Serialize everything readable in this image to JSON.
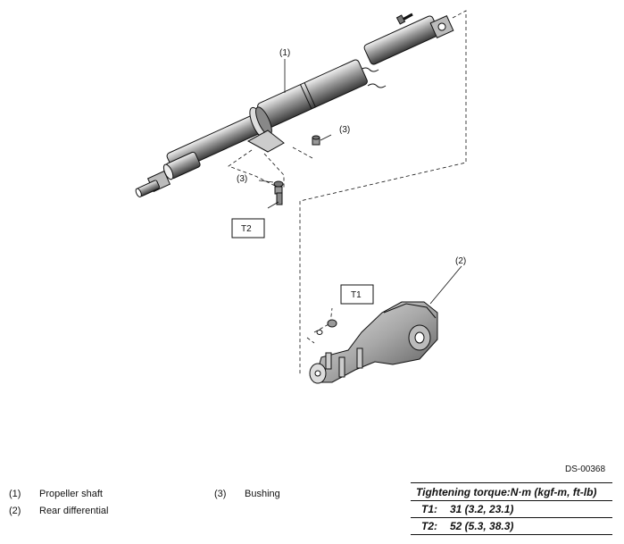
{
  "diagram": {
    "callouts": {
      "c1": "(1)",
      "c2": "(2)",
      "c3a": "(3)",
      "c3b": "(3)"
    },
    "torque_boxes": {
      "t1": "T1",
      "t2": "T2"
    },
    "code": "DS-00368"
  },
  "legend": {
    "items": [
      {
        "num": "(1)",
        "label": "Propeller shaft"
      },
      {
        "num": "(2)",
        "label": "Rear differential"
      },
      {
        "num": "(3)",
        "label": "Bushing"
      }
    ]
  },
  "torque_table": {
    "header": "Tightening torque:N·m (kgf-m, ft-lb)",
    "rows": [
      {
        "key": "T1:",
        "value": "31 (3.2, 23.1)"
      },
      {
        "key": "T2:",
        "value": "52 (5.3, 38.3)"
      }
    ]
  }
}
